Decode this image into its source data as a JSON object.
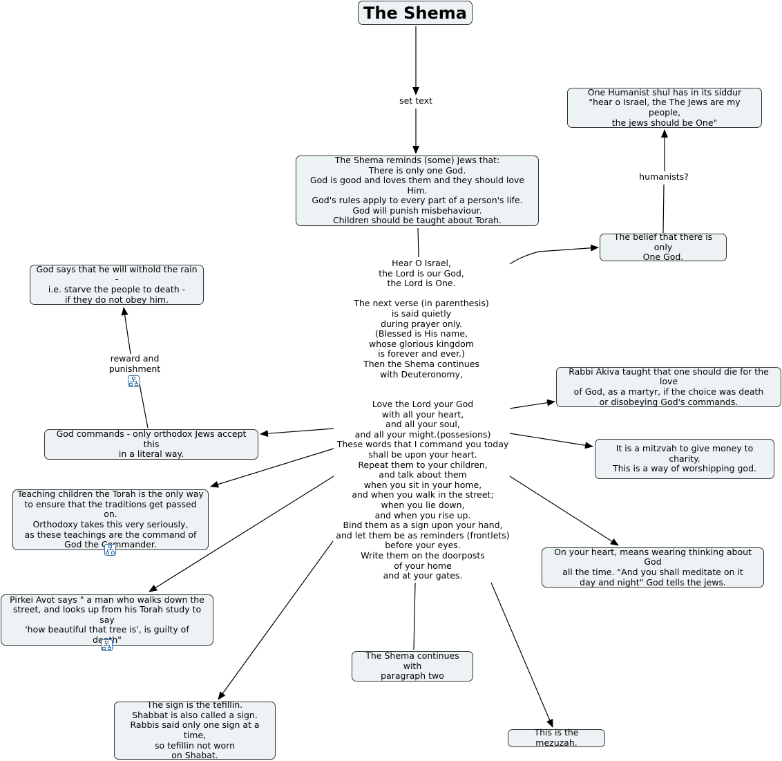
{
  "title": "The Shema",
  "nodes": {
    "reminds": "The Shema reminds (some) Jews that:\nThere is only one God.\nGod is good and loves them and  they should love Him.\nGod's rules apply to every part of a person's life.\nGod will punish misbehaviour.\nChildren should be taught about Torah.",
    "humanist_shul": "One Humanist shul has in its siddur\n\"hear o Israel, the The Jews are my people,\nthe jews should be One\"",
    "belief": "The belief that there is only\nOne God.",
    "withold_rain": "God says that he will withold the rain -\ni.e. starve the people to death -\nif they do not obey him.",
    "rabbi_akiva": "Rabbi Akiva taught that one should die for the love\nof God, as a martyr, if the choice was death\nor disobeying God's commands.",
    "god_commands": "God commands - only orthodox Jews accept this\nin a literal way.",
    "mitzvah": "It is a mitzvah to give money to charity.\nThis is a way of worshipping god.",
    "teaching_children": "Teaching children the Torah is the only way\nto ensure that the traditions get passed on.\nOrthodoxy takes this very seriously,\nas these teachings are the command of\nGod the Commander.",
    "on_your_heart": "On your heart, means wearing thinking about God\nall the time. \"And you shall meditate on it\nday and night\" God tells the jews.",
    "pirkei_avot": "Pirkei Avot says \" a man who walks down the\nstreet, and looks up from his Torah study to say\n'how beautiful that tree is', is guilty of\ndeath\"",
    "paragraph_two": "The Shema continues with\nparagraph two",
    "tefillin": "The sign is the tefillin.\nShabbat is also called a sign.\nRabbis said only one sign at a time,\nso tefillin not worn\non Shabat.",
    "mezuzah": "This is the mezuzah."
  },
  "shema_text": {
    "part1": "Hear O Israel,\nthe Lord is our God,\nthe Lord is One.\n\nThe next verse (in parenthesis)\nis said quietly\nduring prayer only.\n(Blessed is His name,\nwhose glorious kingdom\nis forever and ever.)\nThen the Shema continues\nwith Deuteronomy,",
    "part2": "Love the Lord your God\nwith all your heart,\nand all your soul,\nand all your might.(possesions)\nThese words that I command you today\nshall be upon your heart.\nRepeat them to your children,\nand talk about them\nwhen you sit in your home,\nand when you walk in the street;\nwhen you lie down,\nand when you rise up.\nBind them as a sign upon your hand,\nand let them be as reminders (frontlets)\nbefore your eyes.\nWrite them on the doorposts\nof your home\nand at your gates."
  },
  "link_labels": {
    "set_text": "set text",
    "humanists": "humanists?",
    "reward": "reward and\npunishment"
  },
  "colors": {
    "node_fill": "#edf3f5",
    "node_border": "#333333",
    "line": "#000000",
    "icon_accent": "#2f6ea8"
  },
  "icons": [
    "concept-map-icon",
    "concept-map-icon",
    "concept-map-icon"
  ]
}
